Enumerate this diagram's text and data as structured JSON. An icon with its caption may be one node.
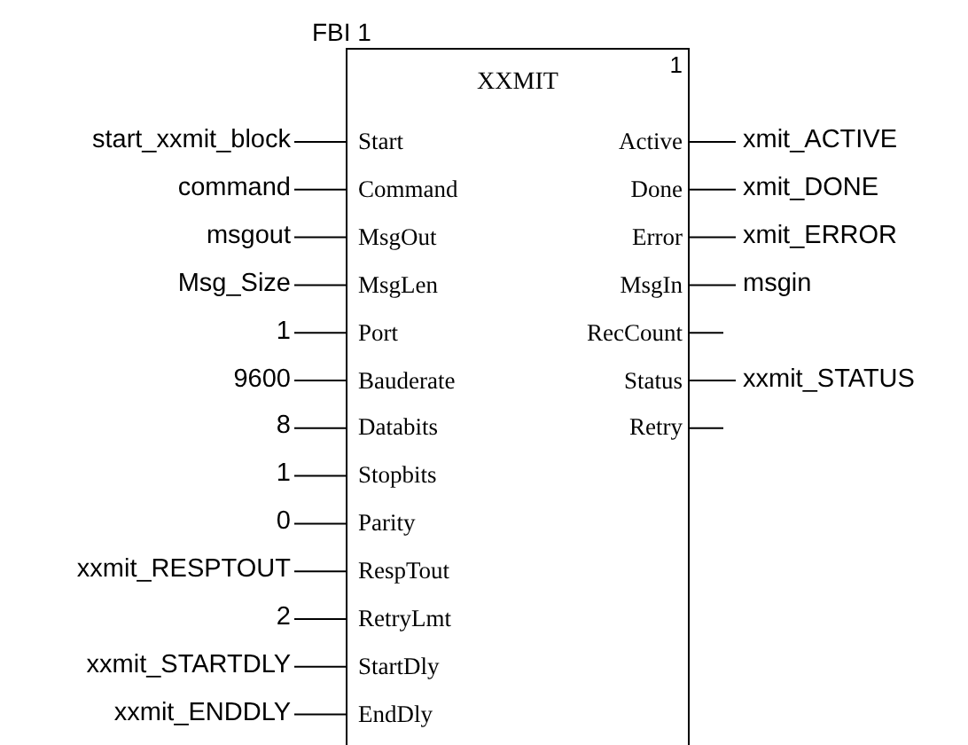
{
  "diagram": {
    "nodes": [
      {
        "text": [
          "XXMIT"
        ],
        "beside": [
          "FBI 1"
        ]
      },
      {
        "text": [
          "start_xxmit_block"
        ]
      },
      {
        "text": [
          "command"
        ]
      },
      {
        "text": [
          "msgout"
        ]
      },
      {
        "text": [
          "Msg_Size"
        ]
      },
      {
        "text": [
          "1"
        ]
      },
      {
        "text": [
          "9600"
        ]
      },
      {
        "text": [
          "8"
        ]
      },
      {
        "text": [
          "1"
        ]
      },
      {
        "text": [
          "0"
        ]
      },
      {
        "text": [
          "xxmit_RESPTOUT"
        ]
      },
      {
        "text": [
          "2"
        ]
      },
      {
        "text": [
          "xxmit_STARTDLY"
        ]
      },
      {
        "text": [
          "xxmit_ENDDLY"
        ]
      },
      {
        "text": [
          "xmit_ACTIVE"
        ]
      },
      {
        "text": [
          "xmit_DONE"
        ]
      },
      {
        "text": [
          "xmit_ERROR"
        ]
      },
      {
        "text": [
          "msgin"
        ]
      },
      {
        "text": [
          "xxmit_STATUS"
        ]
      }
    ],
    "edges": [
      {
        "from": 1,
        "to": 0,
        "arrow": "none"
      },
      {
        "from": 2,
        "to": 0,
        "arrow": "none"
      },
      {
        "from": 3,
        "to": 0,
        "arrow": "none"
      },
      {
        "from": 4,
        "to": 0,
        "arrow": "none"
      },
      {
        "from": 5,
        "to": 0,
        "arrow": "none"
      },
      {
        "from": 6,
        "to": 0,
        "arrow": "none"
      },
      {
        "from": 7,
        "to": 0,
        "arrow": "none"
      },
      {
        "from": 8,
        "to": 0,
        "arrow": "none"
      },
      {
        "from": 9,
        "to": 0,
        "arrow": "none"
      },
      {
        "from": 10,
        "to": 0,
        "arrow": "none"
      },
      {
        "from": 11,
        "to": 0,
        "arrow": "none"
      },
      {
        "from": 12,
        "to": 0,
        "arrow": "none"
      },
      {
        "from": 13,
        "to": 0,
        "arrow": "none"
      },
      {
        "from": 0,
        "to": 14,
        "arrow": "none"
      },
      {
        "from": 0,
        "to": 15,
        "arrow": "none"
      },
      {
        "from": 0,
        "to": 16,
        "arrow": "none"
      },
      {
        "from": 0,
        "to": 17,
        "arrow": "none"
      },
      {
        "from": 0,
        "to": null,
        "arrow": "none"
      },
      {
        "from": 0,
        "to": 18,
        "arrow": "none"
      },
      {
        "from": 0,
        "to": null,
        "arrow": "none"
      }
    ],
    "labels": [
      "1",
      "Start",
      "Command",
      "MsgOut",
      "MsgLen",
      "Port",
      "Bauderate",
      "Databits",
      "Stopbits",
      "Parity",
      "RespTout",
      "RetryLmt",
      "StartDly",
      "EndDly",
      "Active",
      "Done",
      "Error",
      "MsgIn",
      "RecCount",
      "Status",
      "Retry"
    ]
  }
}
